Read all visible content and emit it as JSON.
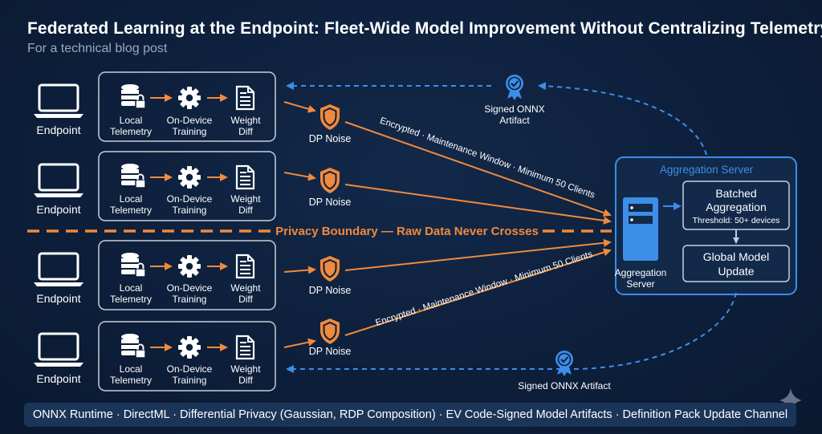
{
  "header": {
    "title": "Federated Learning at the Endpoint: Fleet-Wide Model Improvement Without Centralizing Telemetry",
    "subtitle": "For a technical blog post"
  },
  "colors": {
    "background": "#0d1f3b",
    "accent_blue": "#3c8ee8",
    "accent_orange": "#f08a3c",
    "panel_border": "#c8cfd9",
    "footer_bg": "#1b3558"
  },
  "endpoints": [
    {
      "label": "Endpoint",
      "steps": {
        "telemetry": [
          "Local",
          "Telemetry"
        ],
        "training": [
          "On-Device",
          "Training"
        ],
        "diff": [
          "Weight",
          "Diff"
        ]
      },
      "noise": "DP Noise"
    },
    {
      "label": "Endpoint",
      "steps": {
        "telemetry": [
          "Local",
          "Telemetry"
        ],
        "training": [
          "On-Device",
          "Training"
        ],
        "diff": [
          "Weight",
          "Diff"
        ]
      },
      "noise": "DP Noise"
    },
    {
      "label": "Endpoint",
      "steps": {
        "telemetry": [
          "Local",
          "Telemetry"
        ],
        "training": [
          "On-Device",
          "Training"
        ],
        "diff": [
          "Weight",
          "Diff"
        ]
      },
      "noise": "DP Noise"
    },
    {
      "label": "Endpoint",
      "steps": {
        "telemetry": [
          "Local",
          "Telemetry"
        ],
        "training": [
          "On-Device",
          "Training"
        ],
        "diff": [
          "Weight",
          "Diff"
        ]
      },
      "noise": "DP Noise"
    }
  ],
  "icons": {
    "endpoint": "laptop-icon",
    "telemetry": "database-lock-icon",
    "training": "gear-icon",
    "diff": "document-icon",
    "noise": "shield-icon",
    "artifact": "badge-check-icon",
    "server": "server-icon"
  },
  "privacy_boundary": "Privacy Boundary — Raw Data Never Crosses",
  "transport_label_top": "Encrypted · Maintenance Window · Minimum 50 Clients",
  "transport_label_bottom": "Encrypted · Maintenance Window · Minimum 50 Clients",
  "artifact_top": [
    "Signed ONNX",
    "Artifact"
  ],
  "artifact_bottom": "Signed ONNX Artifact",
  "aggregation": {
    "panel_title": "Aggregation Server",
    "server_label": [
      "Aggregation",
      "Server"
    ],
    "batched": {
      "line1": "Batched",
      "line2": "Aggregation",
      "threshold": "Threshold: 50+ devices"
    },
    "global": {
      "line1": "Global Model",
      "line2": "Update"
    }
  },
  "footer": "ONNX Runtime · DirectML · Differential Privacy (Gaussian, RDP Composition) · EV Code-Signed Model Artifacts · Definition Pack Update Channel"
}
